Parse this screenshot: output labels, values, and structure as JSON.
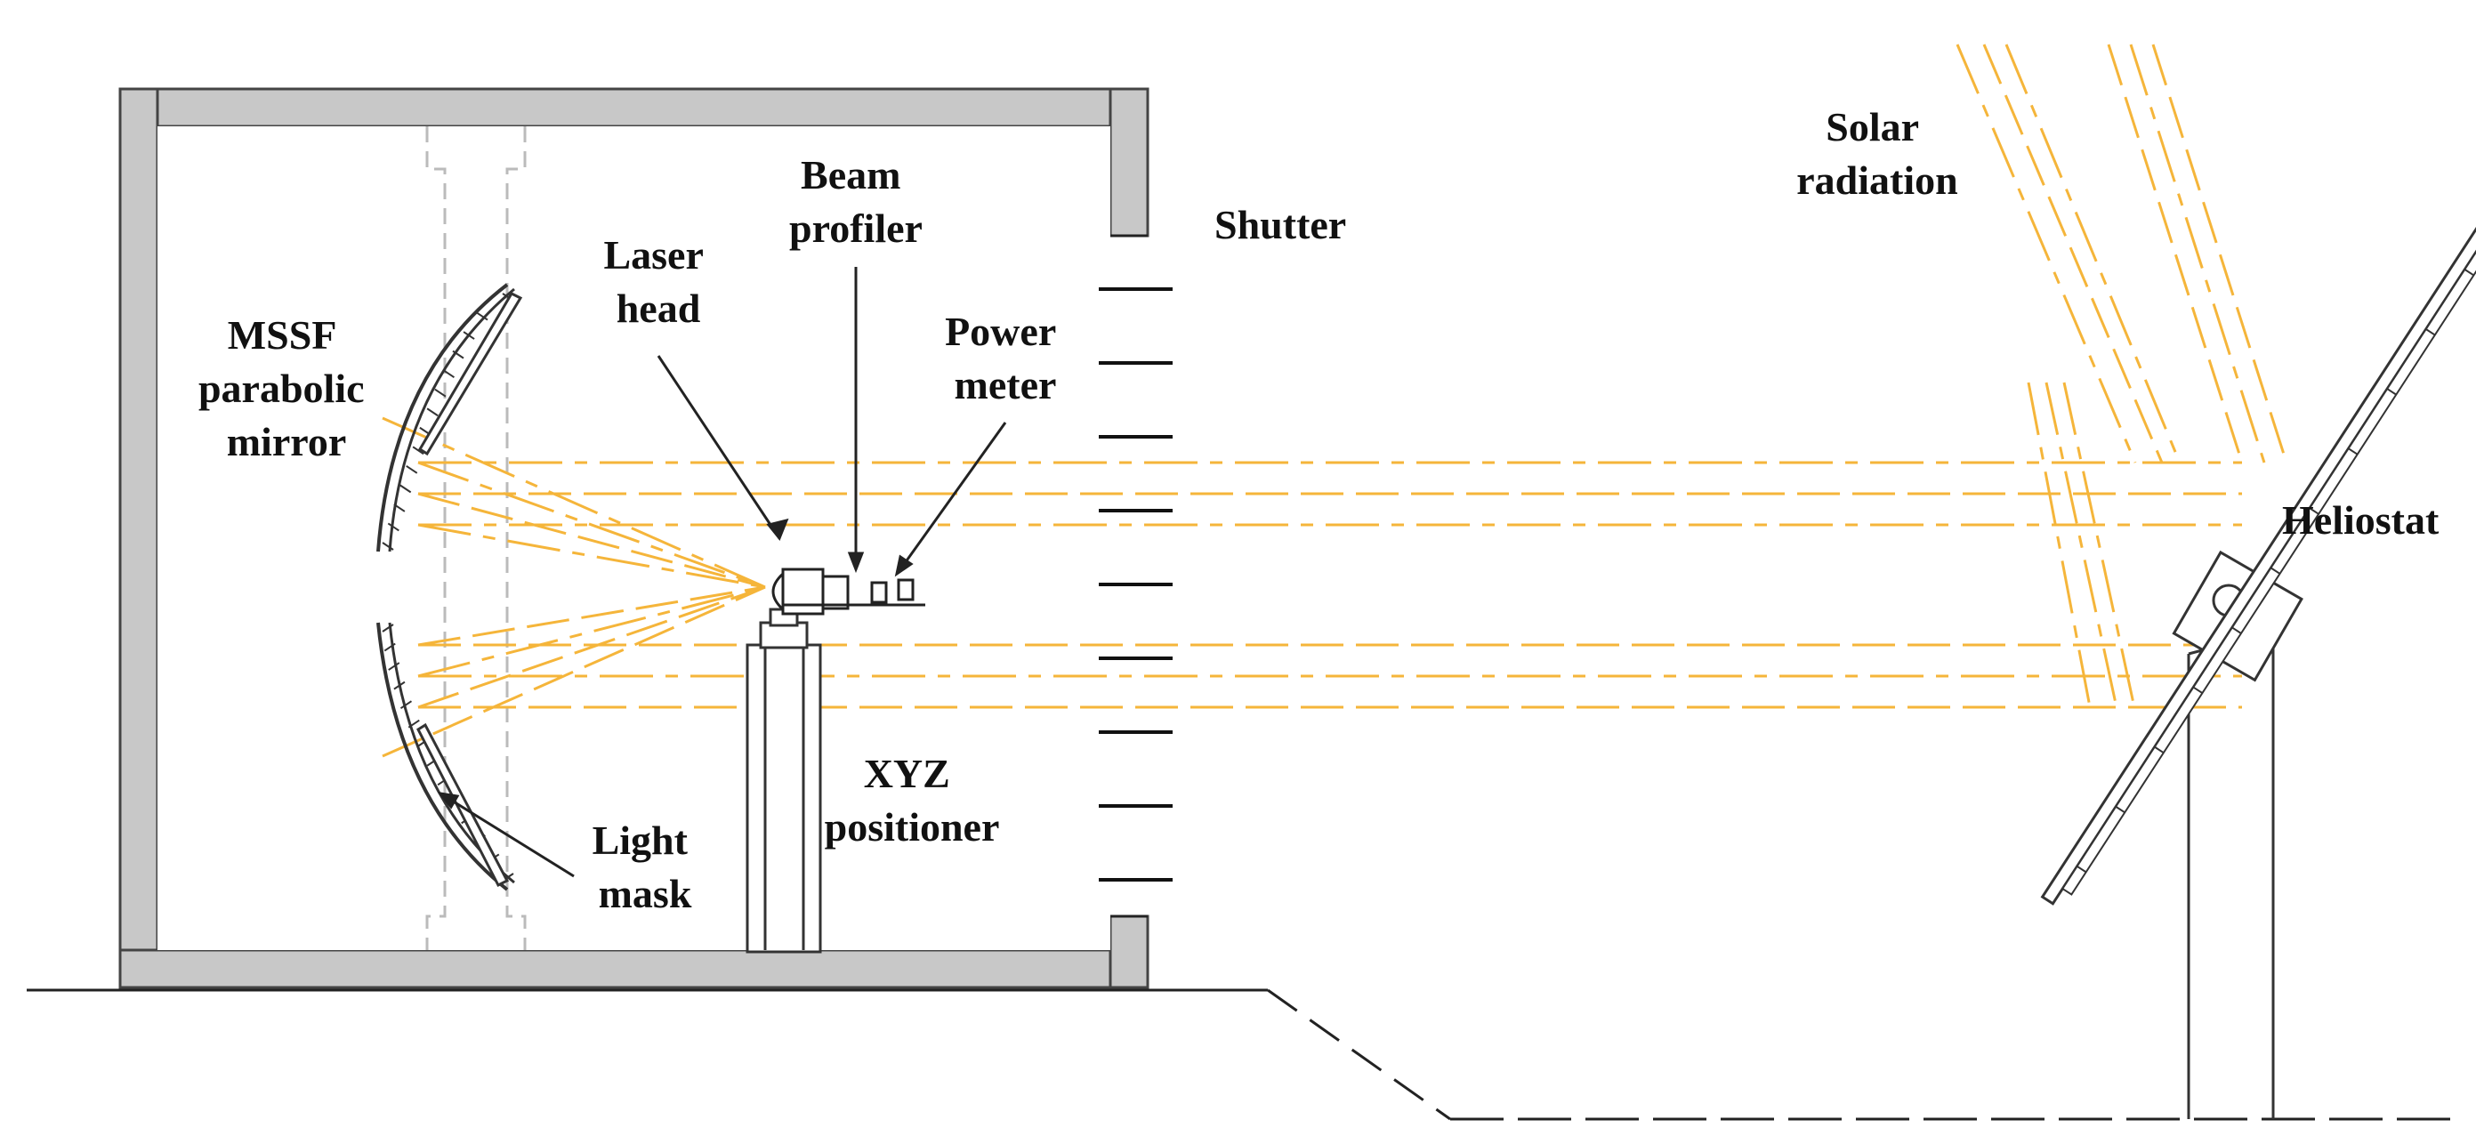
{
  "labels": {
    "mirror": [
      "MSSF",
      "parabolic",
      "mirror"
    ],
    "laser_head": [
      "Laser",
      "head"
    ],
    "beam_profiler": [
      "Beam",
      "profiler"
    ],
    "power_meter": [
      "Power",
      "meter"
    ],
    "shutter": "Shutter",
    "solar_radiation": [
      "Solar",
      "radiation"
    ],
    "heliostat": "Heliostat",
    "xyz_positioner": [
      "XYZ",
      "positioner"
    ],
    "light_mask": [
      "Light",
      "mask"
    ]
  },
  "colors": {
    "rays": "#f5b53a",
    "walls": "#c8c8c8",
    "lines": "#222222"
  }
}
